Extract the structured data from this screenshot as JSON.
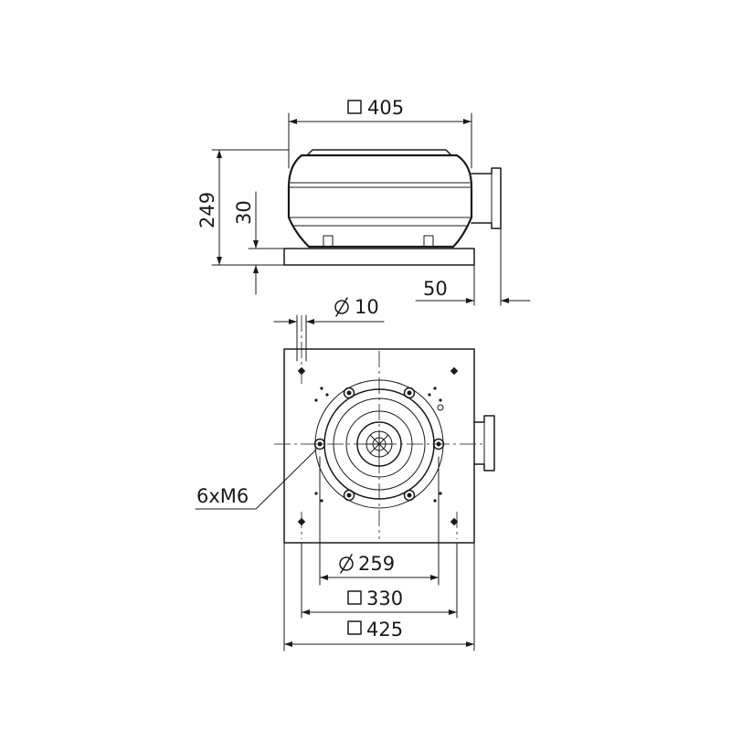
{
  "dimensions": {
    "top_width": "405",
    "height_total": "249",
    "base_thickness": "30",
    "box_overhang": "50",
    "hole_diameter": "10",
    "screws": "6xM6",
    "bolt_circle": "259",
    "bolt_square": "330",
    "base_square": "425"
  },
  "colors": {
    "line": "#1a1a1a",
    "background": "#ffffff"
  }
}
